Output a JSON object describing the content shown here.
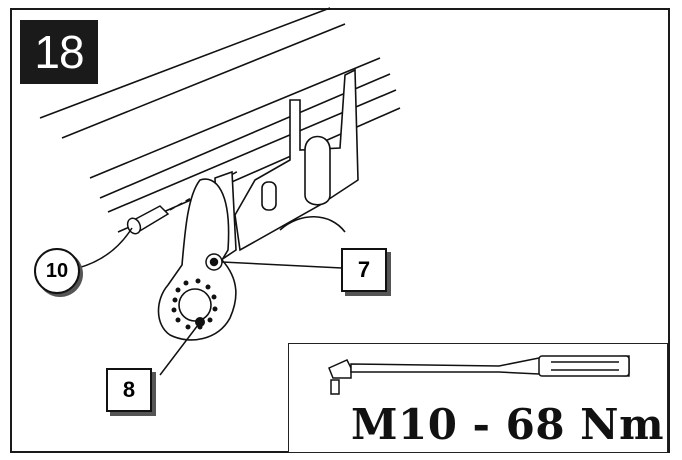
{
  "step": {
    "number": "18"
  },
  "callouts": {
    "part_10": "10",
    "part_7": "7",
    "part_8": "8"
  },
  "torque": {
    "spec": "M10 - 68 Nm"
  },
  "colors": {
    "ink": "#111111",
    "badge": "#1a1a1a",
    "shadow": "#555555"
  }
}
